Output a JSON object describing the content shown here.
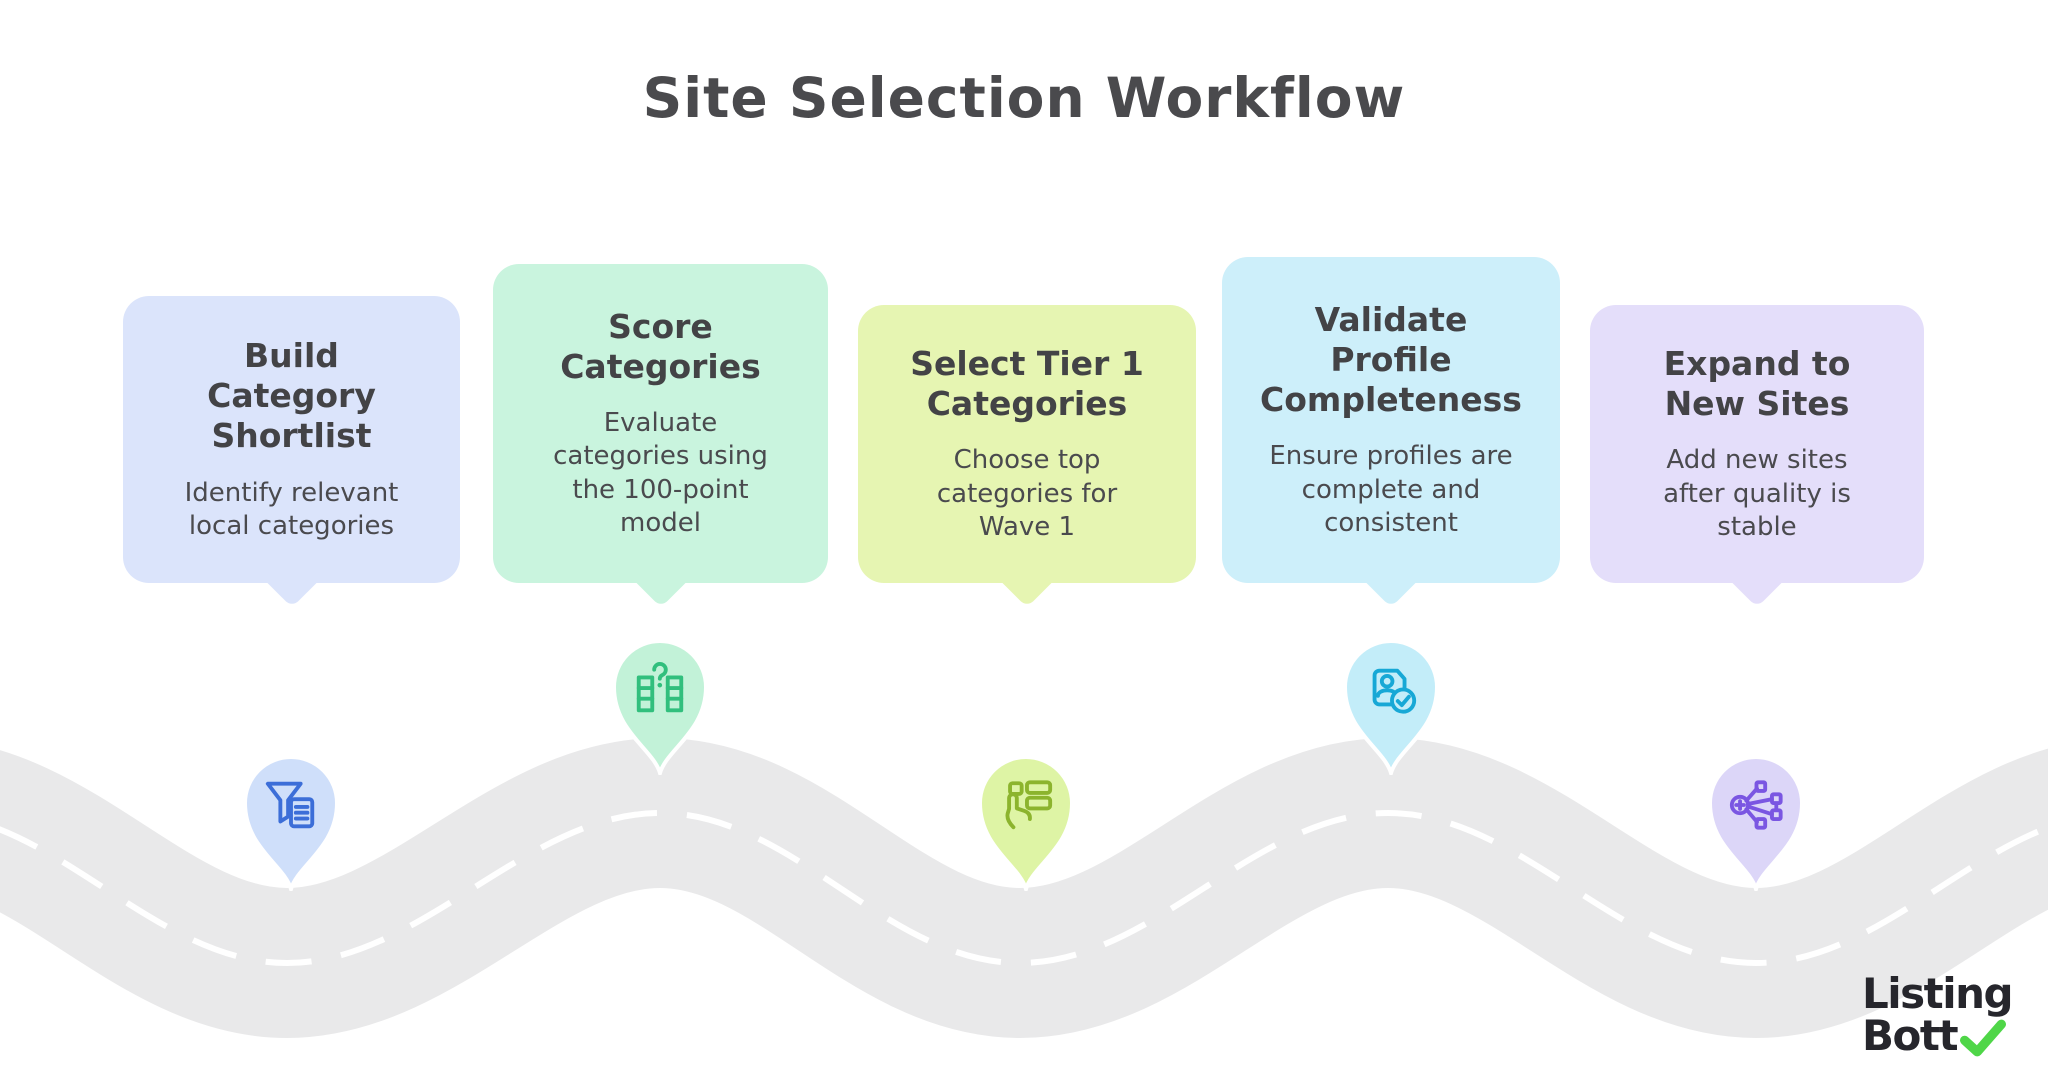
{
  "title": "Site Selection Workflow",
  "steps": [
    {
      "heading": "Build\nCategory\nShortlist",
      "body": "Identify relevant\nlocal categories",
      "card_color": "#dbe4fb",
      "pin_color": "#cfdffa",
      "icon": "filter-document-icon",
      "icon_color": "#3c6ed8"
    },
    {
      "heading": "Score\nCategories",
      "body": "Evaluate\ncategories using\nthe 100-point\nmodel",
      "card_color": "#c9f4de",
      "pin_color": "#c2f2d8",
      "icon": "score-columns-question-icon",
      "icon_color": "#31bf7d"
    },
    {
      "heading": "Select Tier 1\nCategories",
      "body": "Choose top\ncategories for\nWave 1",
      "card_color": "#e6f5b2",
      "pin_color": "#def4a5",
      "icon": "select-list-hand-icon",
      "icon_color": "#8cb42d"
    },
    {
      "heading": "Validate\nProfile\nCompleteness",
      "body": "Ensure profiles are\ncomplete and\nconsistent",
      "card_color": "#cdeffa",
      "pin_color": "#c3edf9",
      "icon": "profile-document-check-icon",
      "icon_color": "#17a8d6"
    },
    {
      "heading": "Expand to\nNew Sites",
      "body": "Add new sites\nafter quality is\nstable",
      "card_color": "#e4defa",
      "pin_color": "#dcd6f8",
      "icon": "expand-network-icon",
      "icon_color": "#7a56e2"
    }
  ],
  "road": {
    "color": "#e9e9ea",
    "lane_line_color": "#ffffff"
  },
  "logo": {
    "line1": "Listing",
    "line2": "Bott",
    "text_color": "#26262c",
    "check_color": "#4fd648"
  }
}
